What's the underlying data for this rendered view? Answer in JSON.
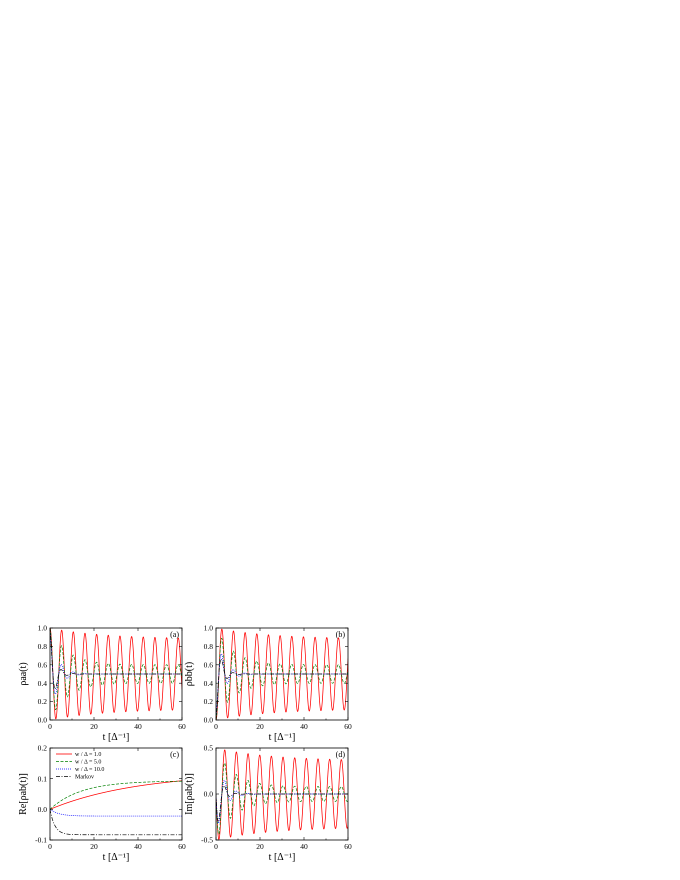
{
  "colors": {
    "w1": "#ff0000",
    "w5": "#008000",
    "w10": "#0000ff",
    "markov": "#000000"
  },
  "legend": [
    {
      "key": "w1",
      "label": "w / Δ = 1.0",
      "dash": ""
    },
    {
      "key": "w5",
      "label": "w / Δ = 5.0",
      "dash": "3,1.5"
    },
    {
      "key": "w10",
      "label": "w / Δ = 10.0",
      "dash": "1,1"
    },
    {
      "key": "markov",
      "label": "Markov",
      "dash": "4,1.5,1,1.5"
    }
  ],
  "chart_data": [
    {
      "type": "line",
      "panel": "(a)",
      "ylabel": "ρaa(t)",
      "xlabel": "t [Δ⁻¹]",
      "xlim": [
        0,
        60
      ],
      "ylim": [
        0,
        1.0
      ],
      "xticks": [
        0,
        20,
        40,
        60
      ],
      "yticks": [
        0.0,
        0.2,
        0.4,
        0.6,
        0.8,
        1.0
      ],
      "series": [
        {
          "key": "w1",
          "start": 1.0,
          "mean": 0.5,
          "amp0": 0.5,
          "ampInf": 0.38,
          "decay": 25,
          "period": 5.3,
          "phase": 0
        },
        {
          "key": "w5",
          "start": 1.0,
          "mean": 0.5,
          "amp0": 0.5,
          "ampInf": 0.1,
          "decay": 8,
          "period": 5.3,
          "phase": 0
        },
        {
          "key": "w10",
          "start": 1.0,
          "mean": 0.5,
          "amp0": 0.45,
          "ampInf": 0.0,
          "decay": 3.5,
          "period": 5.3,
          "phase": 0
        },
        {
          "key": "markov",
          "start": 1.0,
          "mean": 0.5,
          "amp0": 0.5,
          "ampInf": 0.0,
          "decay": 2.2,
          "period": 5.3,
          "phase": 0
        }
      ]
    },
    {
      "type": "line",
      "panel": "(b)",
      "ylabel": "ρbb(t)",
      "xlabel": "t [Δ⁻¹]",
      "xlim": [
        0,
        60
      ],
      "ylim": [
        0,
        1.0
      ],
      "xticks": [
        0,
        20,
        40,
        60
      ],
      "yticks": [
        0.0,
        0.2,
        0.4,
        0.6,
        0.8,
        1.0
      ],
      "series": [
        {
          "key": "w1",
          "start": 0.0,
          "mean": 0.5,
          "amp0": -0.5,
          "ampInf": -0.38,
          "decay": 25,
          "period": 5.3,
          "phase": 0
        },
        {
          "key": "w5",
          "start": 0.0,
          "mean": 0.5,
          "amp0": -0.5,
          "ampInf": -0.1,
          "decay": 8,
          "period": 5.3,
          "phase": 0
        },
        {
          "key": "w10",
          "start": 0.0,
          "mean": 0.5,
          "amp0": -0.45,
          "ampInf": 0.0,
          "decay": 3.5,
          "period": 5.3,
          "phase": 0
        },
        {
          "key": "markov",
          "start": 0.0,
          "mean": 0.5,
          "amp0": -0.5,
          "ampInf": 0.0,
          "decay": 2.2,
          "period": 5.3,
          "phase": 0
        }
      ]
    },
    {
      "type": "line",
      "panel": "(c)",
      "ylabel": "Re[ρab(t)]",
      "xlabel": "t [Δ⁻¹]",
      "xlim": [
        0,
        60
      ],
      "ylim": [
        -0.1,
        0.2
      ],
      "xticks": [
        0,
        20,
        40,
        60
      ],
      "yticks": [
        -0.1,
        0.0,
        0.1,
        0.2
      ],
      "series": [
        {
          "key": "w1",
          "kind": "relax",
          "final": 0.12,
          "tau": 40
        },
        {
          "key": "w5",
          "kind": "relax",
          "final": 0.093,
          "tau": 14
        },
        {
          "key": "w10",
          "kind": "relax",
          "final": -0.022,
          "tau": 4
        },
        {
          "key": "markov",
          "kind": "relax",
          "final": -0.083,
          "tau": 2.2
        }
      ]
    },
    {
      "type": "line",
      "panel": "(d)",
      "ylabel": "Im[ρab(t)]",
      "xlabel": "t [Δ⁻¹]",
      "xlim": [
        0,
        60
      ],
      "ylim": [
        -0.5,
        0.5
      ],
      "xticks": [
        0,
        20,
        40,
        60
      ],
      "yticks": [
        -0.5,
        0.0,
        0.5
      ],
      "series": [
        {
          "key": "w1",
          "kind": "sin",
          "amp0": 0.5,
          "ampInf": 0.36,
          "decay": 25,
          "period": 5.3
        },
        {
          "key": "w5",
          "kind": "sin",
          "amp0": 0.5,
          "ampInf": 0.08,
          "decay": 8,
          "period": 5.3
        },
        {
          "key": "w10",
          "kind": "sin",
          "amp0": 0.45,
          "ampInf": 0.0,
          "decay": 3.5,
          "period": 5.3
        },
        {
          "key": "markov",
          "kind": "sin",
          "amp0": 0.5,
          "ampInf": 0.0,
          "decay": 2.2,
          "period": 5.3
        }
      ]
    }
  ]
}
